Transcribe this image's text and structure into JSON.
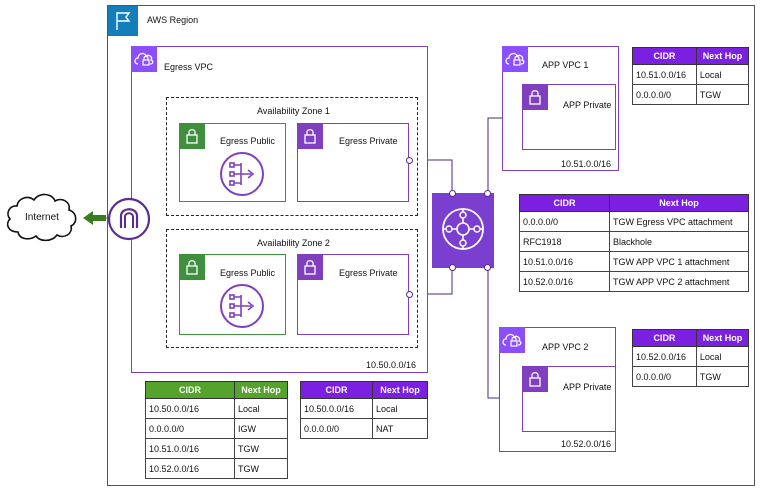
{
  "region": {
    "label": "AWS Region"
  },
  "internet": {
    "label": "Internet"
  },
  "egress_vpc": {
    "label": "Egress VPC",
    "cidr": "10.50.0.0/16",
    "az1": {
      "label": "Availability Zone 1",
      "public_label": "Egress Public",
      "private_label": "Egress Private"
    },
    "az2": {
      "label": "Availability Zone 2",
      "public_label": "Egress Public",
      "private_label": "Egress Private"
    }
  },
  "app_vpc1": {
    "label": "APP VPC 1",
    "subnet_label": "APP Private",
    "cidr": "10.51.0.0/16"
  },
  "app_vpc2": {
    "label": "APP VPC 2",
    "subnet_label": "APP Private",
    "cidr": "10.52.0.0/16"
  },
  "tables": {
    "app1": {
      "headers": [
        "CIDR",
        "Next Hop"
      ],
      "rows": [
        [
          "10.51.0.0/16",
          "Local"
        ],
        [
          "0.0.0.0/0",
          "TGW"
        ]
      ]
    },
    "tgw": {
      "headers": [
        "CIDR",
        "Next Hop"
      ],
      "rows": [
        [
          "0.0.0.0/0",
          "TGW Egress VPC attachment"
        ],
        [
          "RFC1918",
          "Blackhole"
        ],
        [
          "10.51.0.0/16",
          "TGW APP VPC 1 attachment"
        ],
        [
          "10.52.0.0/16",
          "TGW APP VPC 2 attachment"
        ]
      ]
    },
    "app2": {
      "headers": [
        "CIDR",
        "Next Hop"
      ],
      "rows": [
        [
          "10.52.0.0/16",
          "Local"
        ],
        [
          "0.0.0.0/0",
          "TGW"
        ]
      ]
    },
    "egress_public": {
      "headers": [
        "CIDR",
        "Next Hop"
      ],
      "rows": [
        [
          "10.50.0.0/16",
          "Local"
        ],
        [
          "0.0.0.0/0",
          "IGW"
        ],
        [
          "10.51.0.0/16",
          "TGW"
        ],
        [
          "10.52.0.0/16",
          "TGW"
        ]
      ]
    },
    "egress_private": {
      "headers": [
        "CIDR",
        "Next Hop"
      ],
      "rows": [
        [
          "10.50.0.0/16",
          "Local"
        ],
        [
          "0.0.0.0/0",
          "NAT"
        ]
      ]
    }
  },
  "colors": {
    "purple": "#7b1fe0",
    "vpc_purple": "#7f3fbf",
    "green": "#54a32b",
    "region_blue": "#147eba"
  }
}
